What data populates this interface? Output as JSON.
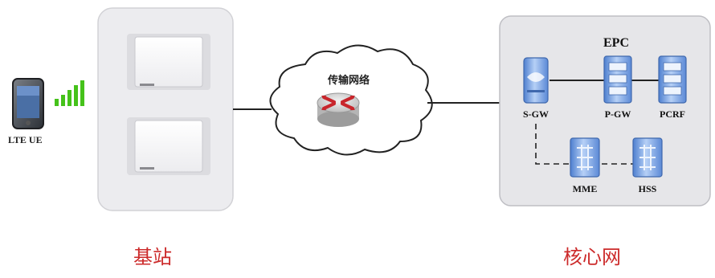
{
  "ue": {
    "label": "LTE UE"
  },
  "cloud": {
    "label": "传输网络"
  },
  "epc": {
    "title": "EPC",
    "nodes": {
      "sgw": "S-GW",
      "pgw": "P-GW",
      "pcrf": "PCRF",
      "mme": "MME",
      "hss": "HSS"
    }
  },
  "captions": {
    "base_station": "基站",
    "core_network": "核心网"
  },
  "colors": {
    "caption": "#cc2a2a",
    "server_blue": "#6f9fe0",
    "router_red": "#c8262c",
    "signal_green": "#45c21a",
    "panel_gray": "#e6e6e9"
  }
}
